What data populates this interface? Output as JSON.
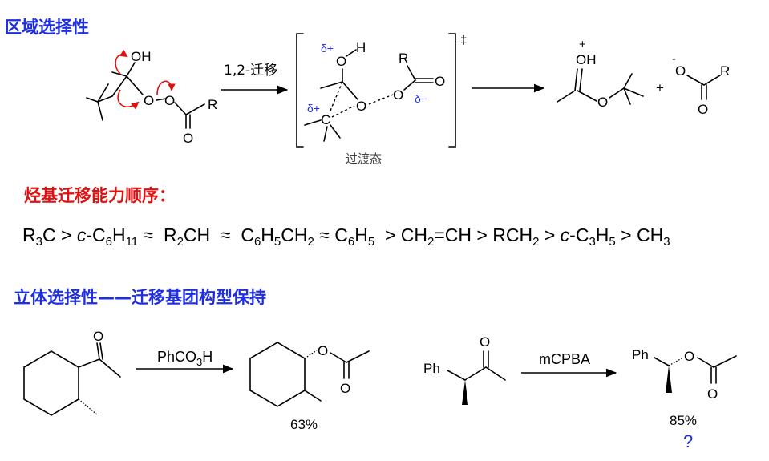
{
  "headings": {
    "regio": "区域选择性",
    "order": "烃基迁移能力顺序：",
    "stereo": "立体选择性——迁移基团构型保持"
  },
  "mechanism": {
    "arrow_label": "1,2-迁移",
    "ts_label": "过渡态",
    "ts_symbol": "‡",
    "plus": "+",
    "delta_plus": "δ+",
    "delta_minus": "δ−",
    "atom_O": "O",
    "atom_H": "H",
    "atom_R": "R",
    "atom_C": "C",
    "atom_OH": "OH",
    "cation_mark": "+",
    "anion_mark": "-"
  },
  "migration_order": [
    "R₃C",
    ">",
    "c-C₆H₁₁",
    "≈",
    "R₂CH",
    "≈",
    "C₆H₅CH₂",
    "≈",
    "C₆H₅",
    ">",
    "CH₂=CH",
    ">",
    "RCH₂",
    ">",
    "c-C₃H₅",
    ">",
    "CH₃"
  ],
  "example1": {
    "reagent": "PhCO₃H",
    "yield": "63%",
    "atom_O": "O"
  },
  "example2": {
    "reagent": "mCPBA",
    "yield": "85%",
    "question": "?",
    "atom_Ph": "Ph",
    "atom_O": "O"
  },
  "colors": {
    "heading_blue": "#1f2fe0",
    "heading_red": "#e01010",
    "curly_arrow": "#e01010",
    "delta": "#1f2fe0"
  }
}
